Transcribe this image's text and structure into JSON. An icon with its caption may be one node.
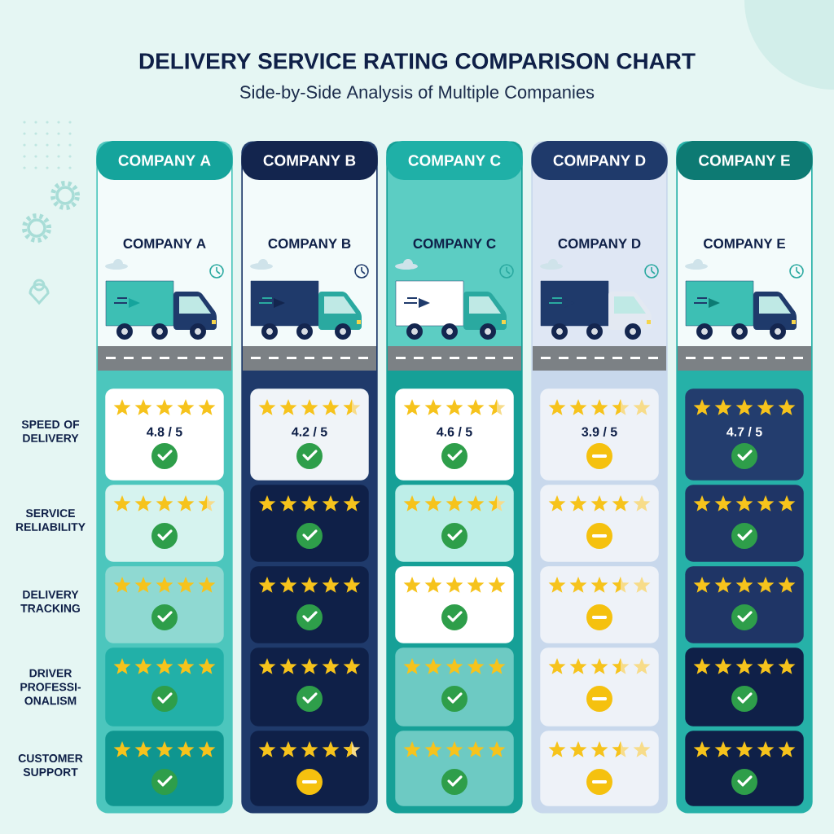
{
  "diagram": {
    "title": "DELIVERY SERVICE RATING COMPARISON CHART",
    "nodes": [
      {
        "text": [
          "COMPANY A",
          "COMPANY A"
        ]
      },
      {
        "text": [
          "COMPANY B",
          "COMPANY B"
        ]
      },
      {
        "text": [
          "COMPANY C",
          "COMPANY C"
        ]
      },
      {
        "text": [
          "COMPANY D",
          "COMPANY D"
        ]
      },
      {
        "text": [
          "COMPANY E",
          "COMPANY E"
        ]
      },
      {
        "text": [
          "4.8 / 5"
        ],
        "in": 0
      },
      {
        "text": [],
        "shape": "box",
        "in": 0
      },
      {
        "text": [],
        "shape": "box",
        "in": 0
      },
      {
        "text": [],
        "shape": "box",
        "in": 0
      },
      {
        "text": [],
        "shape": "box",
        "in": 0
      },
      {
        "text": [
          "4.2 / 5"
        ],
        "in": 1
      },
      {
        "text": [],
        "shape": "box",
        "in": 1
      },
      {
        "text": [],
        "shape": "box",
        "in": 1
      },
      {
        "text": [],
        "shape": "box",
        "in": 1
      },
      {
        "text": [],
        "shape": "box",
        "in": 1
      },
      {
        "text": [
          "4.6 / 5"
        ],
        "in": 2
      },
      {
        "text": [],
        "shape": "box",
        "in": 2
      },
      {
        "text": [],
        "shape": "box",
        "in": 2
      },
      {
        "text": [],
        "shape": "box",
        "in": 2
      },
      {
        "text": [],
        "shape": "box",
        "in": 2
      },
      {
        "text": [
          "3.9 / 5"
        ],
        "in": 3
      },
      {
        "text": [],
        "shape": "box",
        "in": 3
      },
      {
        "text": [],
        "shape": "box",
        "in": 3
      },
      {
        "text": [],
        "shape": "box",
        "in": 3
      },
      {
        "text": [],
        "shape": "box",
        "in": 3
      },
      {
        "text": [
          "4.7 / 5"
        ],
        "in": 4
      },
      {
        "text": [],
        "shape": "box",
        "in": 4
      },
      {
        "text": [],
        "shape": "box",
        "in": 4
      },
      {
        "text": [],
        "shape": "box",
        "in": 4
      },
      {
        "text": [],
        "shape": "box",
        "in": 4
      }
    ],
    "labels": [
      "Side-by-Side Analysis of Multiple Companies",
      "SPEED OF DELIVERY",
      "SERVICE RELIABILITY",
      "DELIVERY TRACKING",
      "DRIVER PROFESSI- ONALISM",
      "CUSTOMER SUPPORT"
    ]
  }
}
